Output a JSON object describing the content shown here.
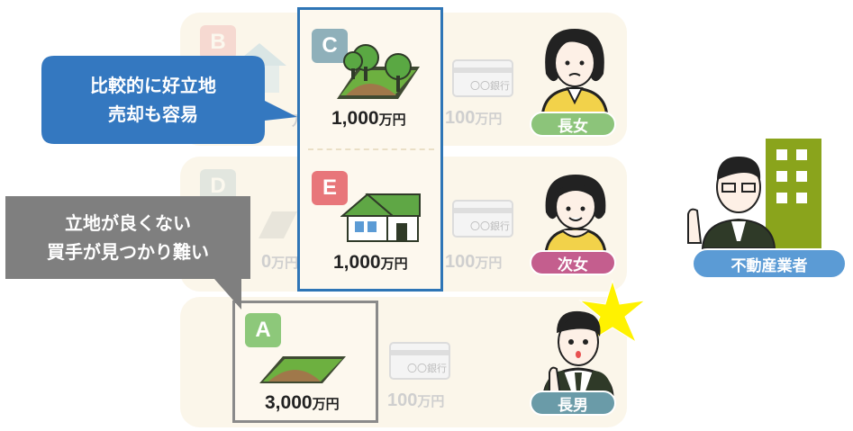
{
  "properties": {
    "A": {
      "badge": "A",
      "price_num": "3,000",
      "price_unit": "万円",
      "badge_color": "#8dc87a"
    },
    "B": {
      "badge": "B"
    },
    "C": {
      "badge": "C",
      "price_num": "1,000",
      "price_unit": "万円",
      "badge_color": "#8fb0ba"
    },
    "D": {
      "badge": "D"
    },
    "E": {
      "badge": "E",
      "price_num": "1,000",
      "price_unit": "万円",
      "badge_color": "#e8767a"
    }
  },
  "cash": {
    "price_num": "100",
    "price_unit": "万円",
    "bank_label": "〇〇銀行"
  },
  "faded_prices": {
    "top_left": "万円",
    "mid_left_num": "0",
    "mid_left_unit": "万円"
  },
  "callouts": {
    "blue": {
      "line1": "比較的に好立地",
      "line2": "売却も容易",
      "color": "#3478c0"
    },
    "gray": {
      "line1": "立地が良くない",
      "line2": "買手が見つかり難い",
      "color": "#7f7f7f"
    }
  },
  "people": {
    "eldest_daughter": {
      "label": "長女",
      "color": "#8cc47a"
    },
    "second_daughter": {
      "label": "次女",
      "color": "#c45e8e"
    },
    "eldest_son": {
      "label": "長男",
      "color": "#6a9ba8"
    },
    "realtor": {
      "label": "不動産業者",
      "color": "#5b9bd5"
    }
  },
  "colors": {
    "selection_blue": "#2e75b6",
    "selection_gray": "#8a8a8a",
    "building": "#8aa41c"
  }
}
